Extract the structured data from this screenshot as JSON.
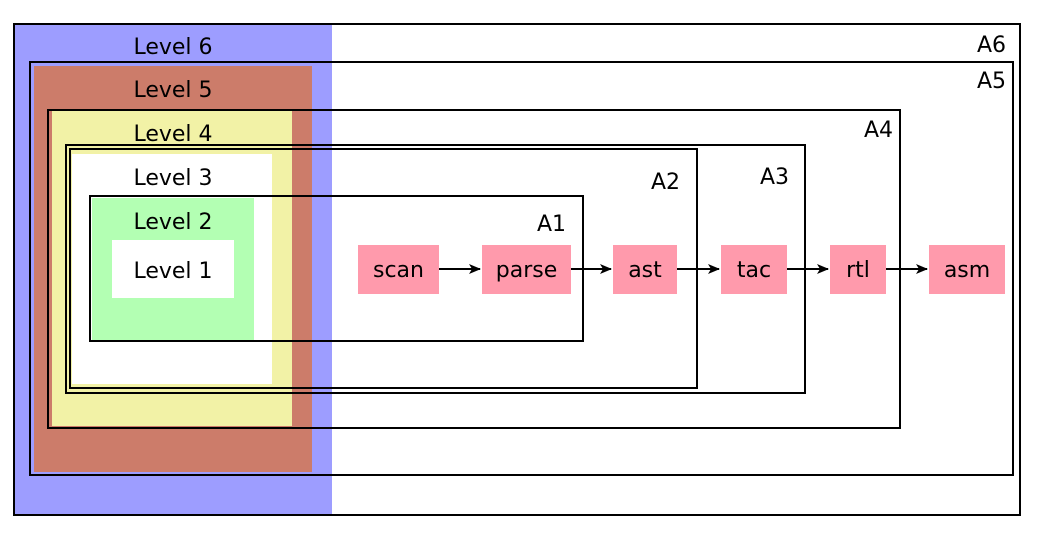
{
  "colors": {
    "level6": "#9d9dff",
    "level5": "#cc7c6a",
    "level4": "#f2f2a6",
    "level3": "#ffffff",
    "level2": "#b3ffb3",
    "level1": "#ffffff",
    "node_fill": "#ff9aac",
    "stroke": "#000000"
  },
  "levels": {
    "l6": "Level 6",
    "l5": "Level 5",
    "l4": "Level 4",
    "l3": "Level 3",
    "l2": "Level 2",
    "l1": "Level 1"
  },
  "frames": {
    "a1": "A1",
    "a2": "A2",
    "a3": "A3",
    "a4": "A4",
    "a5": "A5",
    "a6": "A6"
  },
  "nodes": {
    "scan": "scan",
    "parse": "parse",
    "ast": "ast",
    "tac": "tac",
    "rtl": "rtl",
    "asm": "asm"
  }
}
